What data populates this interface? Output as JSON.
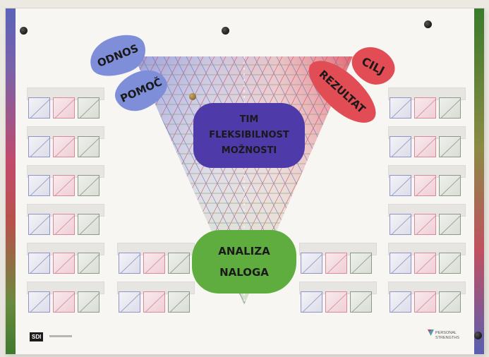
{
  "board": {
    "colors": {
      "blue": "#7f86d0",
      "red": "#e14d5a",
      "green": "#5aa33c",
      "purple": "#3f2f9a"
    }
  },
  "clouds": {
    "odnos": "ODNOS",
    "pomoc": "POMOČ",
    "cilj": "CILJ",
    "rezultat": "REZULTAT",
    "tim_lines": [
      "TIM",
      "FLEKSIBILNOST",
      "MOŽNOSTI"
    ],
    "analiza_lines": [
      "ANALIZA",
      "NALOGA"
    ]
  },
  "grid": {
    "left_rows": 6,
    "right_rows": 6,
    "inner_left_rows": 2,
    "inner_right_rows": 2,
    "cells_per_row": [
      "blue",
      "red",
      "green"
    ]
  },
  "logos": {
    "left_badge": "SDI",
    "right_lines": [
      "PERSONAL",
      "STRENGTHS"
    ]
  }
}
